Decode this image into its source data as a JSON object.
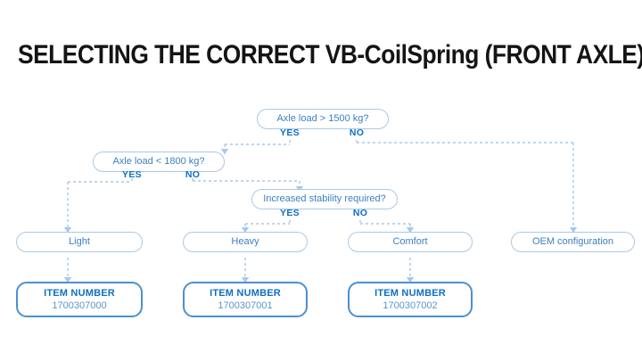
{
  "page": {
    "title": "SELECTING THE CORRECT VB-CoilSpring (FRONT AXLE)",
    "background": "#ffffff"
  },
  "colors": {
    "title_text": "#141414",
    "node_border": "#a8c9e8",
    "node_text": "#3d7fc1",
    "branch_text": "#0d6fc4",
    "item_border": "#4a90d0",
    "item_label": "#0d6fc4",
    "item_value": "#5d94c9",
    "connector": "#a8c9e8"
  },
  "chart_data": {
    "type": "flowchart",
    "title": "SELECTING THE CORRECT VB-CoilSpring (FRONT AXLE)",
    "nodes": [
      {
        "id": "q1",
        "kind": "decision",
        "label": "Axle load > 1500 kg?"
      },
      {
        "id": "q2",
        "kind": "decision",
        "label": "Axle load < 1800 kg?"
      },
      {
        "id": "q3",
        "kind": "decision",
        "label": "Increased stability required?"
      },
      {
        "id": "r_light",
        "kind": "result",
        "label": "Light"
      },
      {
        "id": "r_heavy",
        "kind": "result",
        "label": "Heavy"
      },
      {
        "id": "r_comfort",
        "kind": "result",
        "label": "Comfort"
      },
      {
        "id": "r_oem",
        "kind": "result",
        "label": "OEM configuration"
      },
      {
        "id": "i1",
        "kind": "item",
        "label": "ITEM NUMBER",
        "value": "1700307000"
      },
      {
        "id": "i2",
        "kind": "item",
        "label": "ITEM NUMBER",
        "value": "1700307001"
      },
      {
        "id": "i3",
        "kind": "item",
        "label": "ITEM NUMBER",
        "value": "1700307002"
      }
    ],
    "edges": [
      {
        "from": "q1",
        "to": "q2",
        "label": "YES"
      },
      {
        "from": "q1",
        "to": "r_oem",
        "label": "NO"
      },
      {
        "from": "q2",
        "to": "r_light",
        "label": "YES"
      },
      {
        "from": "q2",
        "to": "q3",
        "label": "NO"
      },
      {
        "from": "q3",
        "to": "r_heavy",
        "label": "YES"
      },
      {
        "from": "q3",
        "to": "r_comfort",
        "label": "NO"
      },
      {
        "from": "r_light",
        "to": "i1",
        "label": ""
      },
      {
        "from": "r_heavy",
        "to": "i2",
        "label": ""
      },
      {
        "from": "r_comfort",
        "to": "i3",
        "label": ""
      }
    ]
  },
  "decisions": {
    "q1": {
      "label": "Axle load > 1500 kg?",
      "yes": "YES",
      "no": "NO"
    },
    "q2": {
      "label": "Axle load < 1800 kg?",
      "yes": "YES",
      "no": "NO"
    },
    "q3": {
      "label": "Increased stability required?",
      "yes": "YES",
      "no": "NO"
    }
  },
  "results": {
    "light": "Light",
    "heavy": "Heavy",
    "comfort": "Comfort",
    "oem": "OEM configuration"
  },
  "items": [
    {
      "label": "ITEM NUMBER",
      "value": "1700307000"
    },
    {
      "label": "ITEM NUMBER",
      "value": "1700307001"
    },
    {
      "label": "ITEM NUMBER",
      "value": "1700307002"
    }
  ]
}
